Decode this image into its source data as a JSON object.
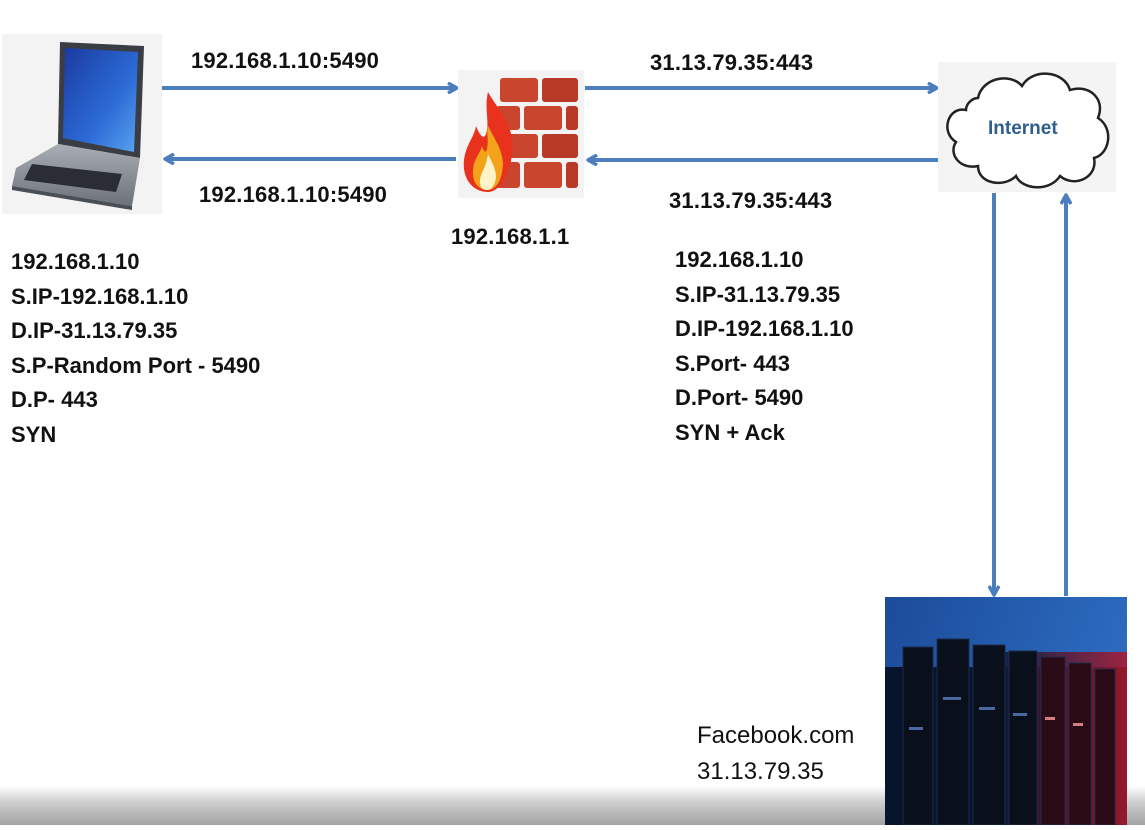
{
  "diagram": {
    "nodes": {
      "client": {
        "name": "Laptop",
        "icon": "laptop-icon"
      },
      "firewall": {
        "name": "Firewall",
        "icon": "firewall-icon",
        "ip": "192.168.1.1"
      },
      "internet": {
        "name": "Internet cloud",
        "icon": "cloud-icon",
        "label": "Internet"
      },
      "server": {
        "name": "Server racks",
        "icon": "server-rack-icon",
        "domain": "Facebook.com",
        "ip": "31.13.79.35"
      }
    },
    "edges": {
      "client_to_firewall": "192.168.1.10:5490",
      "firewall_to_client": "192.168.1.10:5490",
      "firewall_to_internet": "31.13.79.35:443",
      "internet_to_firewall": "31.13.79.35:443"
    },
    "packet_syn": [
      "192.168.1.10",
      "S.IP-192.168.1.10",
      "D.IP-31.13.79.35",
      "S.P-Random Port - 5490",
      "D.P- 443",
      "SYN"
    ],
    "packet_syn_ack": [
      "192.168.1.10",
      "S.IP-31.13.79.35",
      "D.IP-192.168.1.10",
      "S.Port- 443",
      "D.Port- 5490",
      "SYN + Ack"
    ],
    "colors": {
      "arrow": "#4a7ebf",
      "brick": "#c9452e",
      "internet_text": "#2f5f8f"
    }
  }
}
